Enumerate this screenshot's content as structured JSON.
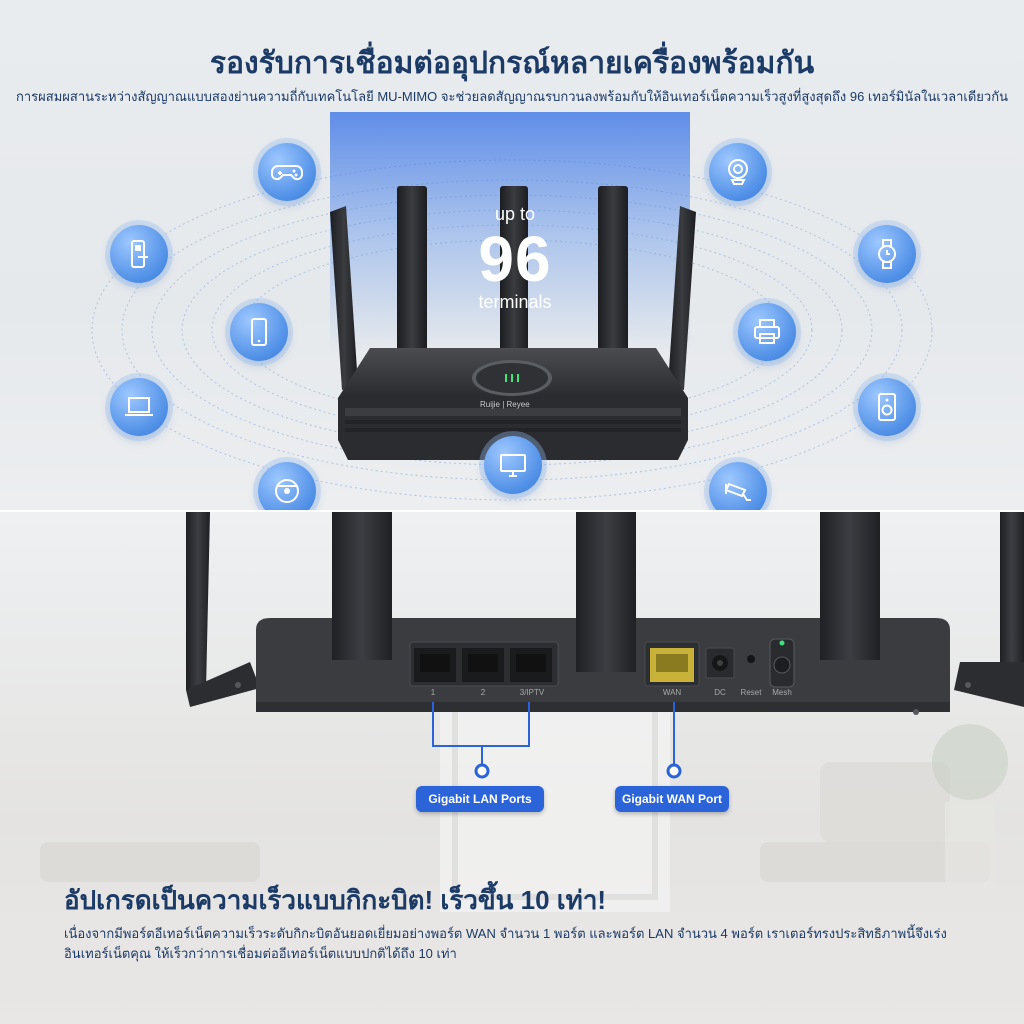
{
  "top": {
    "title": "รองรับการเชื่อมต่ออุปกรณ์หลายเครื่องพร้อมกัน",
    "subtitle": "การผสมผสานระหว่างสัญญาณแบบสองย่านความถี่กับเทคโนโลยี MU-MIMO จะช่วยลดสัญญาณรบกวนลงพร้อมกับให้อินเทอร์เน็ตความเร็วสูงที่สูงสุดถึง 96 เทอร์มินัลในเวลาเดียวกัน",
    "badge": {
      "prefix": "up to",
      "number": "96",
      "suffix": "terminals"
    },
    "router_brand": "Ruijie | Reyee",
    "device_icons": [
      "gamepad-icon",
      "webcam-icon",
      "smart-lock-icon",
      "smartwatch-icon",
      "smartphone-icon",
      "printer-icon",
      "laptop-icon",
      "speaker-icon",
      "robot-vacuum-icon",
      "monitor-icon",
      "security-camera-icon"
    ],
    "accent_color": "#4f8fe6"
  },
  "bottom": {
    "ports": [
      "1",
      "2",
      "3/IPTV",
      "WAN",
      "DC",
      "Reset",
      "Mesh"
    ],
    "lan_label": "Gigabit LAN Ports",
    "wan_label": "Gigabit WAN Port",
    "title": "อัปเกรดเป็นความเร็วแบบกิกะบิต! เร็วขึ้น 10 เท่า!",
    "paragraph_line1": "เนื่องจากมีพอร์ตอีเทอร์เน็ตความเร็วระดับกิกะบิตอันยอดเยี่ยมอย่างพอร์ต WAN จำนวน 1 พอร์ต และพอร์ต LAN จำนวน 4 พอร์ต เราเตอร์ทรงประสิทธิภาพนี้จึงเร่ง",
    "paragraph_line2": "อินเทอร์เน็ตคุณ ให้เร็วกว่าการเชื่อมต่ออีเทอร์เน็ตแบบปกติได้ถึง 10 เท่า",
    "label_color": "#2b63d9"
  }
}
